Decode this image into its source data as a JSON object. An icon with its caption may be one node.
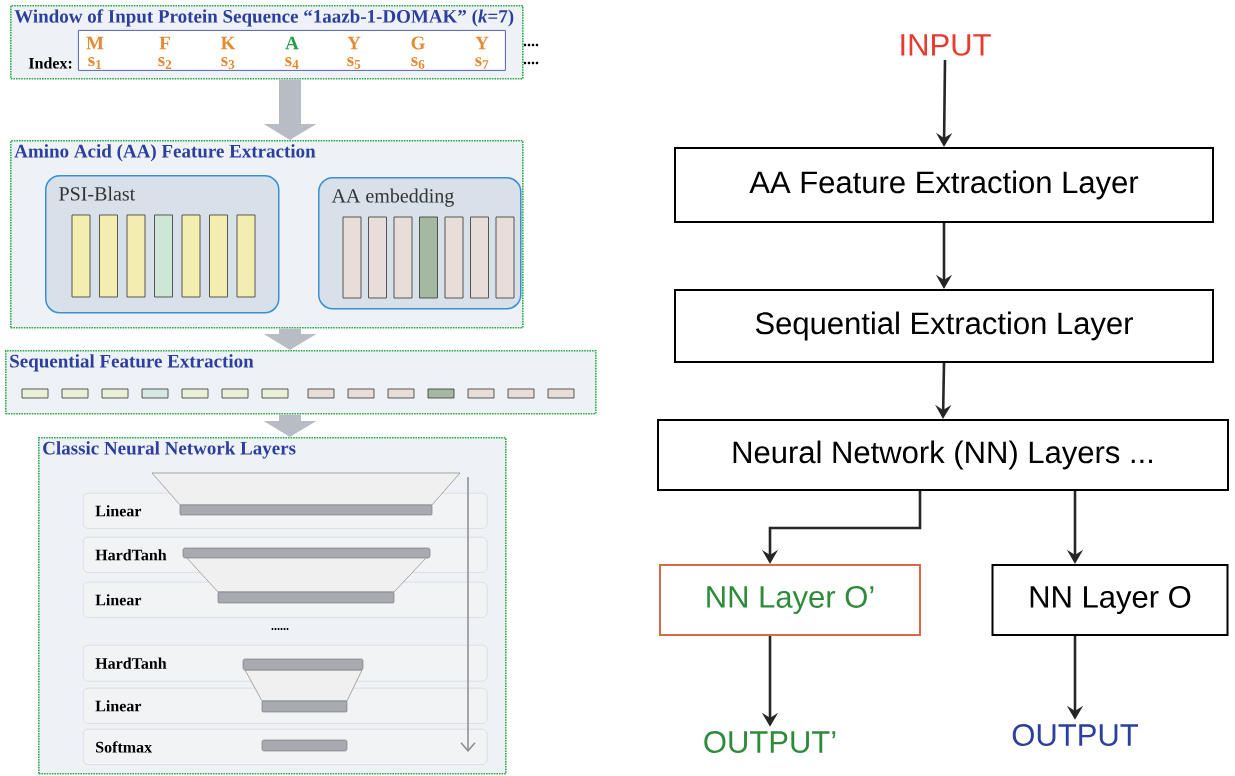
{
  "diagram": {
    "nodes": [
      {
        "text": [
          "Window of Input Protein Sequence “1aazb-1-DOMAK” (*k*=7)"
        ]
      },
      {
        "text": [
          "M",
          "F",
          "K",
          "A",
          "Y",
          "G",
          "Y",
          "s$_{1}$",
          "s$_{2}$",
          "s$_{3}$",
          "s$_{4}$",
          "s$_{5}$",
          "s$_{6}$",
          "s$_{7}$"
        ],
        "beside": [
          "Index:"
        ],
        "in": 0
      },
      {
        "text": [
          "Amino Acid (AA) Feature Extraction"
        ]
      },
      {
        "text": [
          "PSI-Blast"
        ],
        "in": 2
      },
      {
        "text": [
          "AA embedding"
        ],
        "in": 2
      },
      {
        "text": [
          "Sequential Feature Extraction"
        ]
      },
      {
        "text": [
          "Classic Neural Network Layers"
        ]
      },
      {
        "text": [
          "Linear"
        ],
        "in": 6
      },
      {
        "text": [
          "HardTanh"
        ],
        "in": 6
      },
      {
        "text": [
          "Linear"
        ],
        "in": 6
      },
      {
        "text": [
          "HardTanh"
        ],
        "in": 6
      },
      {
        "text": [
          "Linear"
        ],
        "in": 6
      },
      {
        "text": [
          "Softmax"
        ],
        "in": 6
      },
      {
        "text": [
          "INPUT"
        ]
      },
      {
        "text": [
          "AA Feature Extraction Layer"
        ]
      },
      {
        "text": [
          "Sequential Extraction Layer"
        ]
      },
      {
        "text": [
          "Neural Network (NN) Layers ..."
        ]
      },
      {
        "text": [
          "NN Layer O’"
        ]
      },
      {
        "text": [
          "NN Layer O"
        ]
      },
      {
        "text": [
          "OUTPUT’"
        ]
      },
      {
        "text": [
          "OUTPUT"
        ]
      }
    ],
    "edges": [
      {
        "from": 0,
        "to": 2,
        "arrow": "to",
        "style": "thick",
        "color": "#b8bcc4"
      },
      {
        "from": 2,
        "to": 5,
        "arrow": "to",
        "style": "thick",
        "color": "#b8bcc4"
      },
      {
        "from": 5,
        "to": 6,
        "arrow": "to",
        "style": "thick",
        "color": "#b8bcc4"
      },
      {
        "from": 13,
        "to": 14,
        "arrow": "to"
      },
      {
        "from": 14,
        "to": 15,
        "arrow": "to"
      },
      {
        "from": 15,
        "to": 16,
        "arrow": "to"
      },
      {
        "from": 16,
        "to": 17,
        "arrow": "to"
      },
      {
        "from": 16,
        "to": 18,
        "arrow": "to"
      },
      {
        "from": 17,
        "to": 19,
        "arrow": "to"
      },
      {
        "from": 18,
        "to": 20,
        "arrow": "to"
      }
    ],
    "labels": [
      "....",
      "....",
      "......"
    ]
  }
}
